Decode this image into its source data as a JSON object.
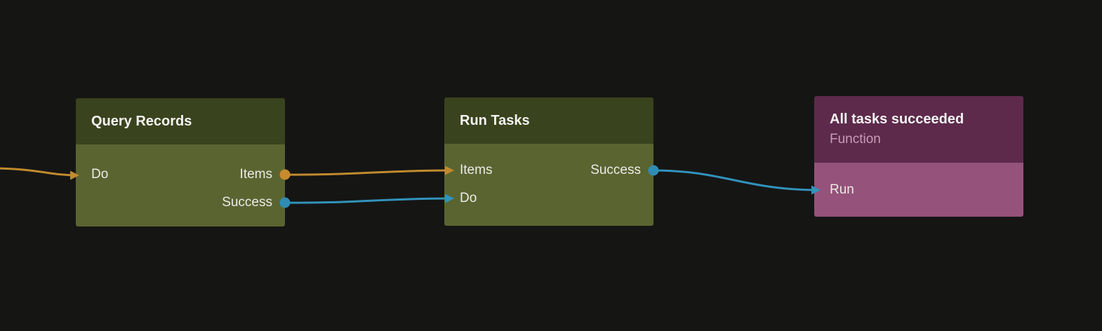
{
  "canvas": {
    "background": "#151514",
    "type": "node-flow-editor"
  },
  "colors": {
    "edge_orange": "#c18a2e",
    "edge_blue": "#3193bb",
    "dot_orange": "#c78b2d",
    "dot_blue": "#2f8cb2",
    "node_green_header": "#39431d",
    "node_green_body": "#5a6431",
    "node_purple_header": "#5d2a4c",
    "node_purple_body": "#95527a"
  },
  "nodes": [
    {
      "id": "query-records",
      "title": "Query Records",
      "color": "green",
      "inputs": [
        {
          "label": "Do"
        }
      ],
      "outputs": [
        {
          "label": "Items",
          "dot_color": "#c78b2d"
        },
        {
          "label": "Success",
          "dot_color": "#2f8cb2"
        }
      ]
    },
    {
      "id": "run-tasks",
      "title": "Run Tasks",
      "color": "green",
      "inputs": [
        {
          "label": "Items"
        },
        {
          "label": "Do"
        }
      ],
      "outputs": [
        {
          "label": "Success",
          "dot_color": "#2f8cb2"
        }
      ]
    },
    {
      "id": "all-tasks-succeeded",
      "title": "All tasks succeeded",
      "subtitle": "Function",
      "color": "purple",
      "inputs": [
        {
          "label": "Run"
        }
      ],
      "outputs": []
    }
  ],
  "edges": [
    {
      "from": "offscreen-left",
      "to": "query-records.Do",
      "color": "#c18a2e"
    },
    {
      "from": "query-records.Items",
      "to": "run-tasks.Items",
      "color": "#c18a2e"
    },
    {
      "from": "query-records.Success",
      "to": "run-tasks.Do",
      "color": "#3193bb"
    },
    {
      "from": "run-tasks.Success",
      "to": "all-tasks-succeeded.Run",
      "color": "#3193bb"
    }
  ]
}
